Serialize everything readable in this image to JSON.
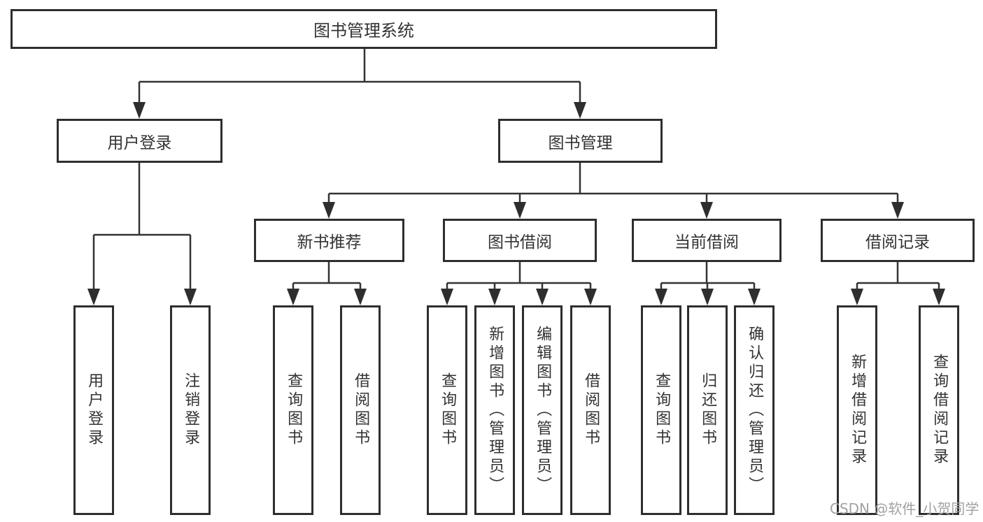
{
  "tree": {
    "root": {
      "label": "图书管理系统"
    },
    "branches": [
      {
        "label": "用户登录",
        "children": [
          {
            "label": "用户登录"
          },
          {
            "label": "注销登录"
          }
        ]
      },
      {
        "label": "图书管理",
        "children": [
          {
            "label": "新书推荐",
            "children": [
              {
                "label": "查询图书"
              },
              {
                "label": "借阅图书"
              }
            ]
          },
          {
            "label": "图书借阅",
            "children": [
              {
                "label": "查询图书"
              },
              {
                "label": "新增图书（管理员）"
              },
              {
                "label": "编辑图书（管理员）"
              },
              {
                "label": "借阅图书"
              }
            ]
          },
          {
            "label": "当前借阅",
            "children": [
              {
                "label": "查询图书"
              },
              {
                "label": "归还图书"
              },
              {
                "label": "确认归还（管理员）"
              }
            ]
          },
          {
            "label": "借阅记录",
            "children": [
              {
                "label": "新增借阅记录"
              },
              {
                "label": "查询借阅记录"
              }
            ]
          }
        ]
      }
    ]
  },
  "watermark": {
    "text": "CSDN @软件_小贺同学"
  },
  "colors": {
    "line": "#333333",
    "box_border": "#2e2e2e",
    "text": "#333333",
    "watermark": "#a2a2a2",
    "background": "#ffffff"
  }
}
